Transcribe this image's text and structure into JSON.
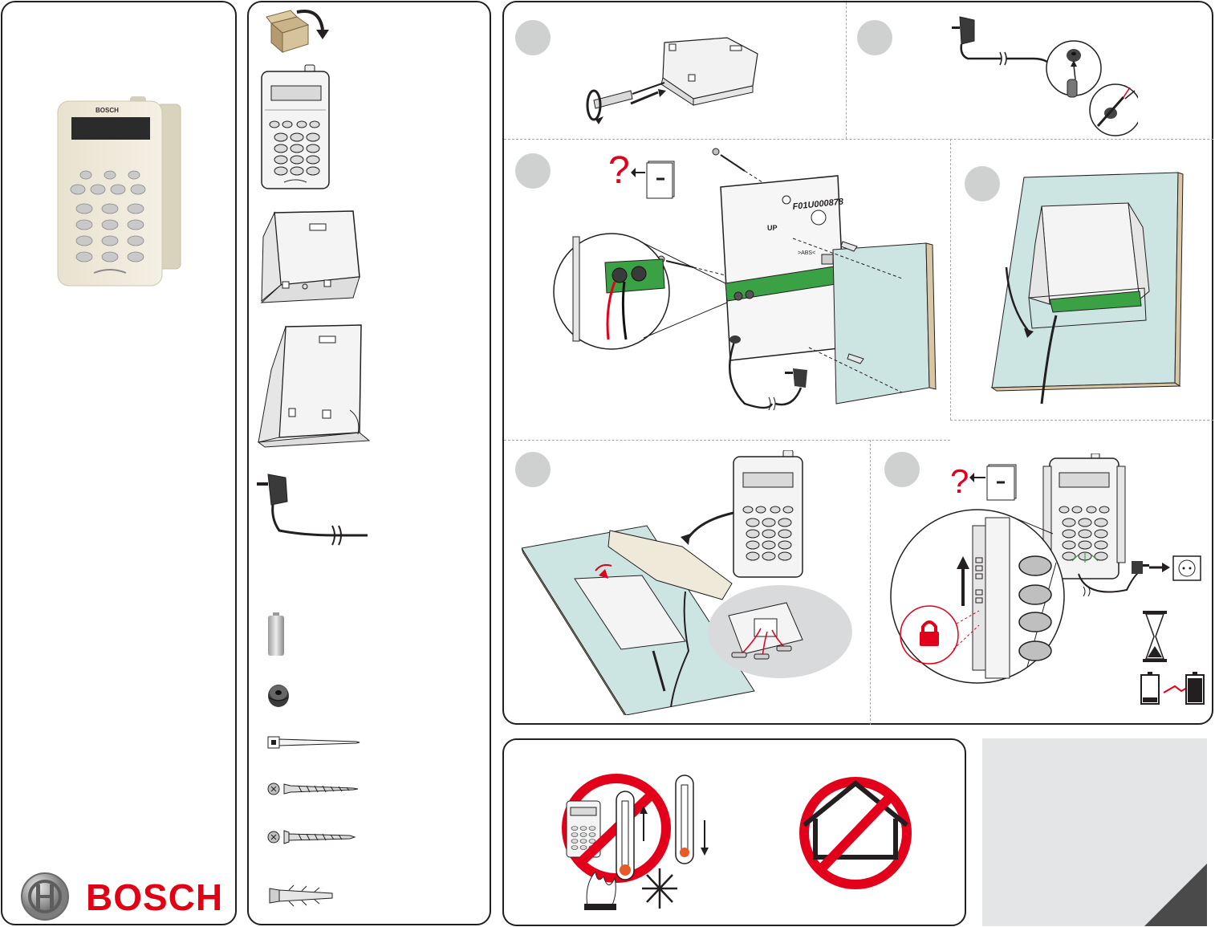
{
  "brand": {
    "name": "BOSCH",
    "keypad_brand": "BOSCH",
    "color": "#e20015"
  },
  "colors": {
    "panel_border": "#231f20",
    "step_circle": "#cfd0d0",
    "wall": "#cde5e2",
    "pcb": "#3aa245",
    "warning_red": "#e2001a",
    "corner_gray": "#e4e5e6"
  },
  "steps": {
    "step3": {
      "question_mark": "?",
      "backplate_code": "F01U000878",
      "up_label": "UP",
      "abs_label": ">ABS<"
    },
    "step6": {
      "question_mark": "?"
    }
  },
  "icons": [
    "box-unpack-icon",
    "keypad-icon",
    "wall-bracket-icon",
    "desktop-stand-icon",
    "power-adapter-icon",
    "battery-icon",
    "grommet-icon",
    "cable-tie-icon",
    "screw-icon",
    "anchor-icon",
    "screwdriver-icon",
    "lock-icon",
    "hourglass-icon",
    "battery-charging-icon",
    "power-outlet-icon",
    "no-extreme-temperature-icon",
    "no-outdoor-icon"
  ]
}
